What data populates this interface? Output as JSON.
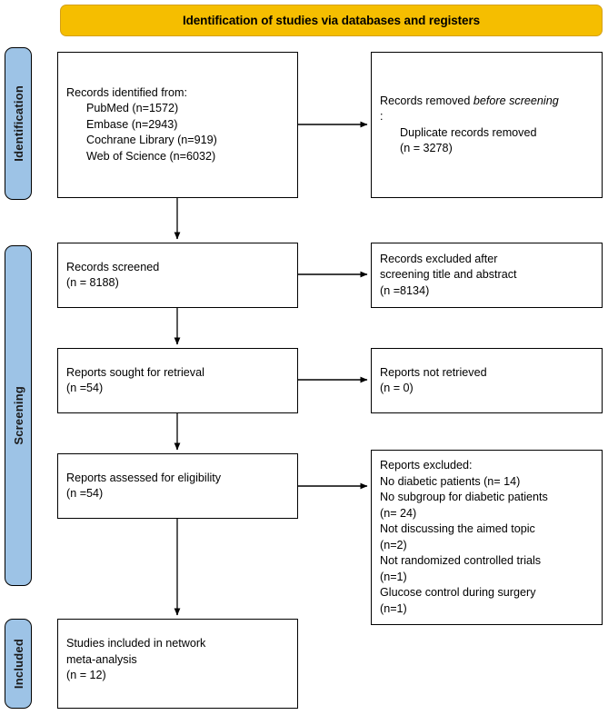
{
  "banner": {
    "title": "Identification of studies via databases and registers"
  },
  "stages": [
    {
      "id": "identification",
      "label": "Identification"
    },
    {
      "id": "screening",
      "label": "Screening"
    },
    {
      "id": "included",
      "label": "Included"
    }
  ],
  "boxes": {
    "identified": {
      "heading": "Records identified from:",
      "sources": [
        "PubMed (n=1572)",
        "Embase (n=2943)",
        "Cochrane Library (n=919)",
        "Web of Science (n=6032)"
      ]
    },
    "removed": {
      "lead": "Records removed ",
      "emphasis": "before screening",
      "colon": ":",
      "detail": "Duplicate records removed",
      "count": "(n = 3278)"
    },
    "screened": {
      "label": "Records screened",
      "count": "(n = 8188)"
    },
    "excluded_screen": {
      "line1": "Records excluded after",
      "line2": "screening title and abstract",
      "count": "(n =8134)"
    },
    "sought": {
      "label": "Reports sought for retrieval",
      "count": "(n =54)"
    },
    "not_retrieved": {
      "label": "Reports not retrieved",
      "count": "(n = 0)"
    },
    "assessed": {
      "label": "Reports assessed for eligibility",
      "count": "(n =54)"
    },
    "reports_excluded": {
      "heading": "Reports excluded:",
      "reasons": [
        "No diabetic patients (n= 14)",
        "No subgroup for diabetic patients",
        "(n= 24)",
        "Not discussing the aimed topic",
        "(n=2)",
        "Not randomized controlled trials",
        "(n=1)",
        "Glucose control during surgery",
        "(n=1)"
      ]
    },
    "included_final": {
      "line1": "Studies included in network",
      "line2": "meta-analysis",
      "count": "(n = 12)"
    }
  },
  "colors": {
    "banner_fill": "#f5be00",
    "banner_border": "#d4a017",
    "stage_fill": "#9dc3e6",
    "box_border": "#000000",
    "connector": "#595959"
  }
}
